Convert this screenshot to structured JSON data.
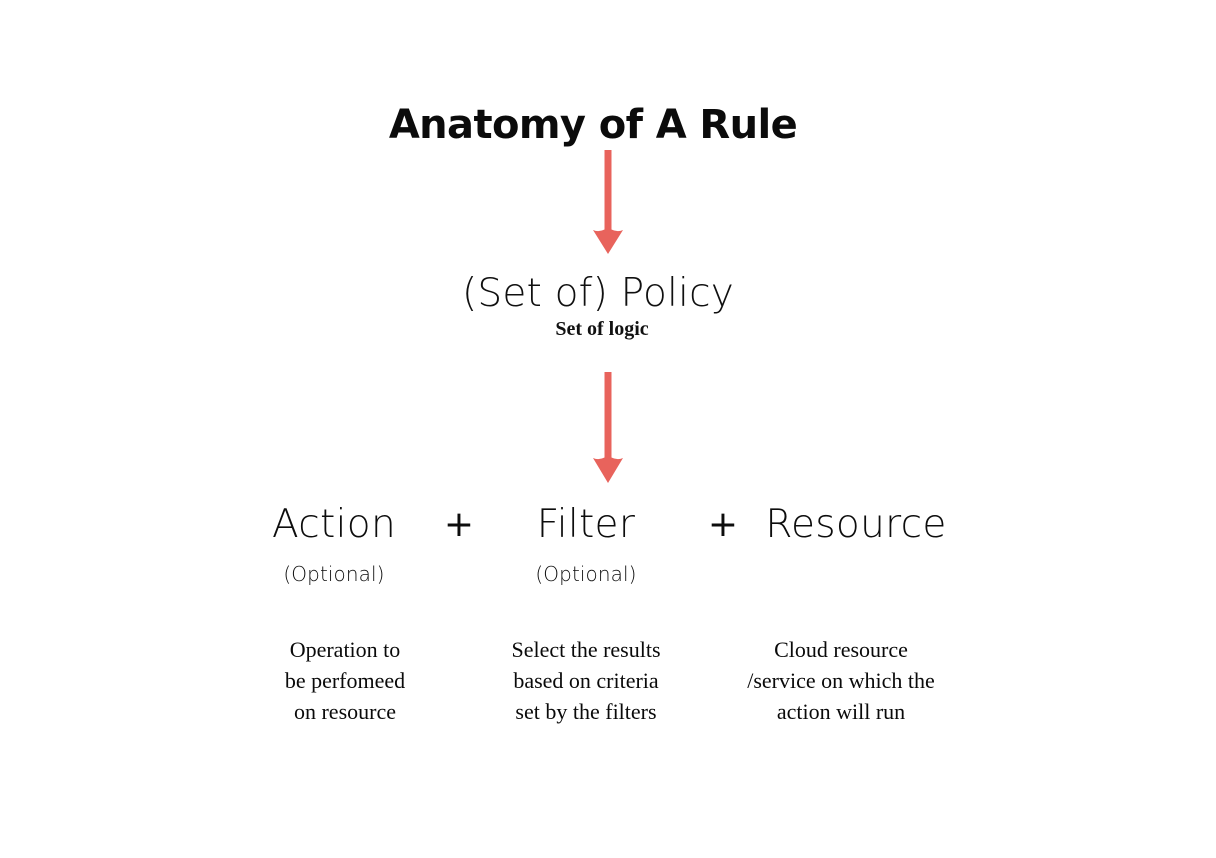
{
  "page": {
    "title": "Anatomy of A Rule",
    "background_color": "#ffffff",
    "text_color": "#0b0b0b",
    "accent_color": "#e8635c"
  },
  "diagram": {
    "type": "flow-diagram",
    "heading": {
      "label": "Anatomy of A Rule"
    },
    "arrows": [
      {
        "name": "arrow-title-to-policy",
        "direction": "down",
        "color": "#e8635c"
      },
      {
        "name": "arrow-policy-to-formula",
        "direction": "down",
        "color": "#e8635c"
      }
    ],
    "policy": {
      "label": "(Set of) Policy",
      "subtitle": "Set of logic"
    },
    "formula": {
      "operator_1": "+",
      "operator_2": "+",
      "terms": [
        {
          "key": "action",
          "label": "Action",
          "optional_note": "(Optional)",
          "optional": true,
          "description": "Operation to\nbe perfomeed\non resource"
        },
        {
          "key": "filter",
          "label": "Filter",
          "optional_note": "(Optional)",
          "optional": true,
          "description": "Select the results\nbased on criteria\nset by the filters"
        },
        {
          "key": "resource",
          "label": "Resource",
          "optional_note": "",
          "optional": false,
          "description": "Cloud resource\n/service on which the\naction will run"
        }
      ]
    }
  }
}
